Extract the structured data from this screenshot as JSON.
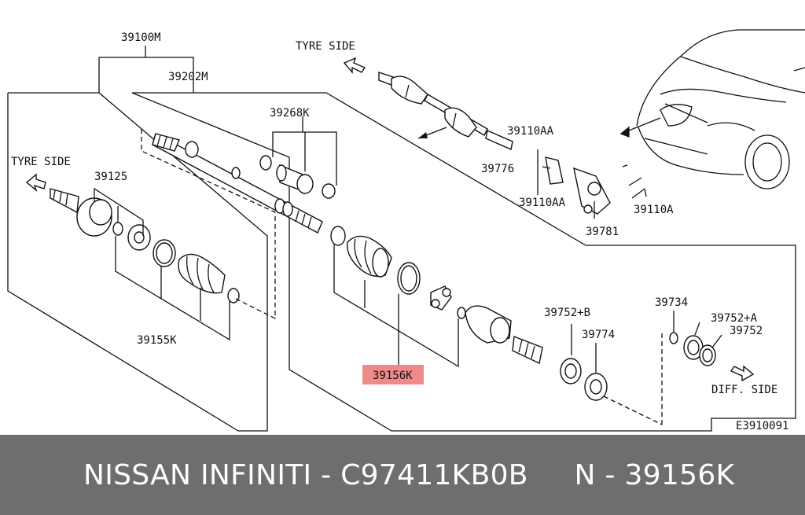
{
  "diagram": {
    "labels": {
      "p39100M": "39100M",
      "p39202M": "39202M",
      "p39268K": "39268K",
      "p39125": "39125",
      "p39155K": "39155K",
      "p39156K": "39156K",
      "p39110AA_top": "39110AA",
      "p39776": "39776",
      "p39110AA_bottom": "39110AA",
      "p39110A": "39110A",
      "p39781": "39781",
      "p39752B": "39752+B",
      "p39774": "39774",
      "p39734": "39734",
      "p39752A": "39752+A",
      "p39752": "39752",
      "tyre_side_left": "TYRE SIDE",
      "tyre_side_top": "TYRE SIDE",
      "diff_side": "DIFF. SIDE",
      "drawing_code": "E3910091"
    },
    "highlight_color": "#f08a8a"
  },
  "footer": {
    "text": "NISSAN INFINITI - C97411KB0B     N - 39156K",
    "background": "#6e6e6e"
  }
}
